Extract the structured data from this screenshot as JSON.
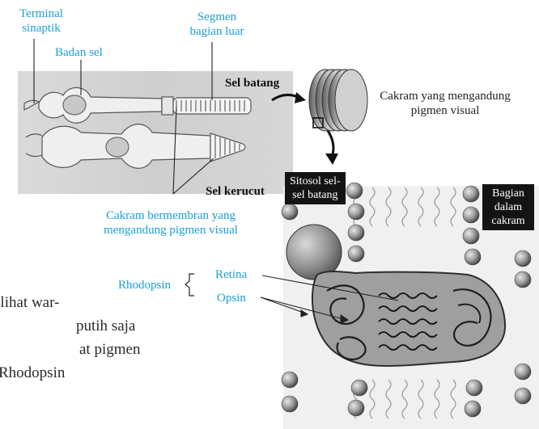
{
  "labels": {
    "terminal_sinaptik": [
      "Terminal",
      "sinaptik"
    ],
    "badan_sel": "Badan sel",
    "segmen_bagian_luar": [
      "Segmen",
      "bagian luar"
    ],
    "sel_batang": "Sel batang",
    "cakram_pigmen": [
      "Cakram yang mengandung",
      "pigmen visual"
    ],
    "sel_kerucut": "Sel kerucut",
    "cakram_bermembran": [
      "Cakram bermembran yang",
      "mengandung pigmen visual"
    ],
    "sitosol": [
      "Sitosol sel-",
      "sel batang"
    ],
    "bagian_dalam": [
      "Bagian",
      "dalam",
      "cakram"
    ],
    "rhodopsin": "Rhodopsin",
    "retina": "Retina",
    "opsin": "Opsin"
  },
  "body_text_lines": [
    "elihat war-",
    "putih saja",
    "at pigmen",
    "Rhodopsin"
  ]
}
